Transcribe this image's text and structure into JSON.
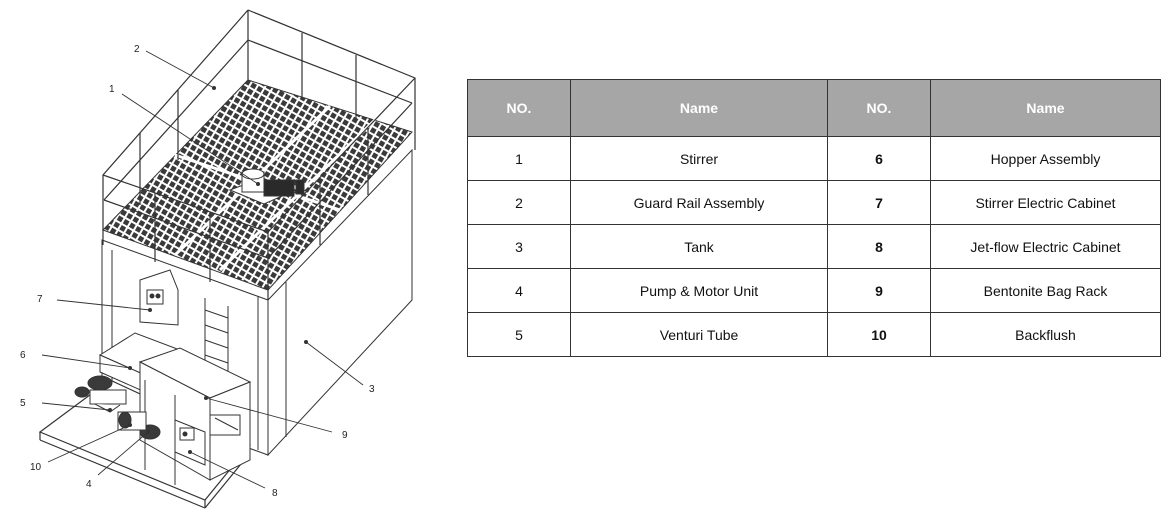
{
  "diagram": {
    "callouts": [
      "1",
      "2",
      "3",
      "4",
      "5",
      "6",
      "7",
      "8",
      "9",
      "10"
    ]
  },
  "table": {
    "headers": [
      "NO.",
      "Name",
      "NO.",
      "Name"
    ],
    "rows": [
      {
        "no_left": "1",
        "name_left": "Stirrer",
        "no_right": "6",
        "name_right": "Hopper Assembly"
      },
      {
        "no_left": "2",
        "name_left": "Guard Rail Assembly",
        "no_right": "7",
        "name_right": "Stirrer Electric Cabinet"
      },
      {
        "no_left": "3",
        "name_left": "Tank",
        "no_right": "8",
        "name_right": "Jet-flow Electric Cabinet"
      },
      {
        "no_left": "4",
        "name_left": "Pump & Motor Unit",
        "no_right": "9",
        "name_right": "Bentonite Bag Rack"
      },
      {
        "no_left": "5",
        "name_left": "Venturi Tube",
        "no_right": "10",
        "name_right": "Backflush"
      }
    ]
  }
}
